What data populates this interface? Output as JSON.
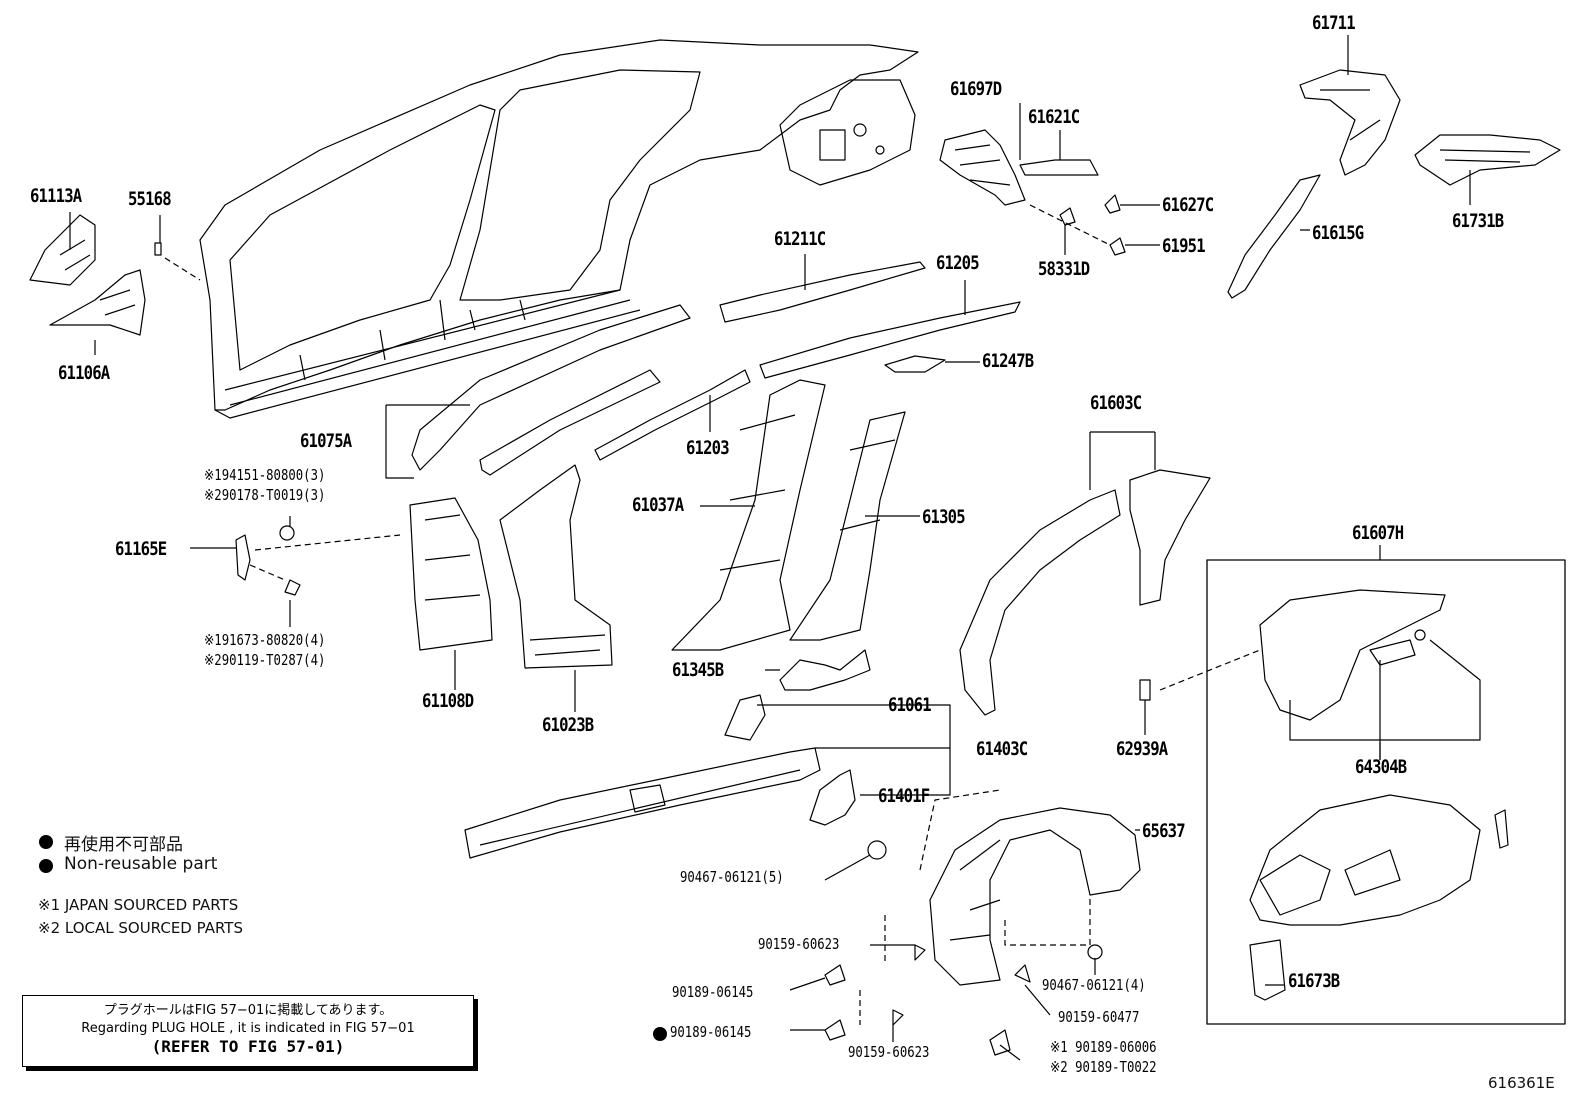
{
  "labels": {
    "p61711": "61711",
    "p61697D": "61697D",
    "p61621C": "61621C",
    "p61627C": "61627C",
    "p61951": "61951",
    "p58331D": "58331D",
    "p61615G": "61615G",
    "p61731B": "61731B",
    "p61113A": "61113A",
    "p55168": "55168",
    "p61106A": "61106A",
    "p61211C": "61211C",
    "p61205": "61205",
    "p61247B": "61247B",
    "p61075A": "61075A",
    "p61203": "61203",
    "p61603C": "61603C",
    "p61037A": "61037A",
    "p61305": "61305",
    "p61165E": "61165E",
    "p61108D": "61108D",
    "p61023B": "61023B",
    "p61345B": "61345B",
    "p61607H": "61607H",
    "p61061": "61061",
    "p61403C": "61403C",
    "p61401F": "61401F",
    "p62939A": "62939A",
    "p64304B": "64304B",
    "p65637": "65637",
    "p61673B": "61673B"
  },
  "fasteners": {
    "f94151": "※194151-80800(3)",
    "f90178": "※290178-T0019(3)",
    "f91673": "※191673-80820(4)",
    "f90119": "※290119-T0287(4)",
    "f90467a": "90467-06121(5)",
    "f90159a": "90159-60623",
    "f90189a": "90189-06145",
    "f90189b": "90189-06145",
    "f90159b": "90159-60623",
    "f90467b": "90467-06121(4)",
    "f90159c": "90159-60477",
    "f90189c": "※1 90189-06006",
    "f90189d": "※2 90189-T0022"
  },
  "legend": {
    "jp": "再使用不可部品",
    "en": "Non-reusable part",
    "src1": "※1 JAPAN SOURCED PARTS",
    "src2": "※2 LOCAL SOURCED PARTS"
  },
  "note": {
    "line1": "プラグホールはFIG 57−01に掲載してあります。",
    "line2": "Regarding  PLUG  HOLE , it is indicated in FIG  57−01",
    "line3": "(REFER TO FIG 57-01)"
  },
  "figure_code": "616361E"
}
